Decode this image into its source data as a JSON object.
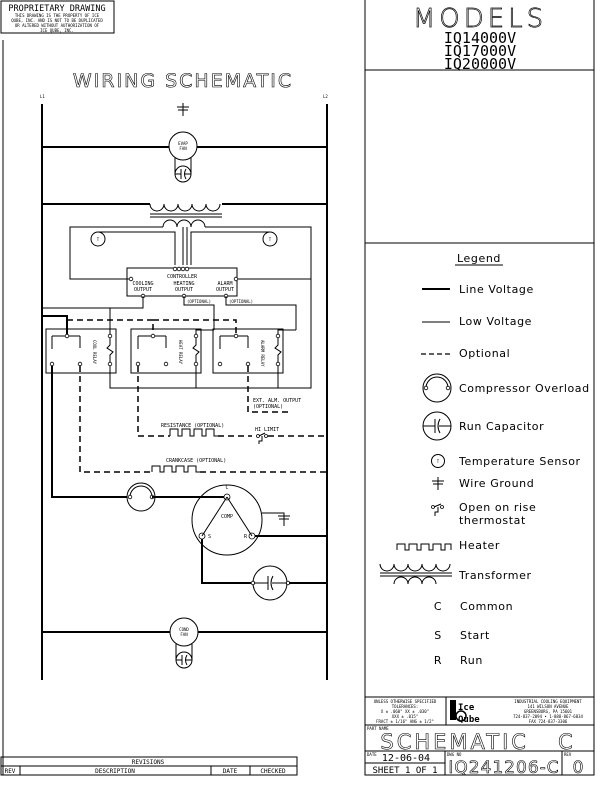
{
  "proprietary": {
    "title": "PROPRIETARY DRAWING",
    "lines": [
      "THIS DRAWING IS THE PROPERTY OF ICE",
      "QUBE, INC. AND IS NOT TO BE DUPLICATED",
      "OR ALTERED WITHOUT AUTHORIZATION OF",
      "ICE QUBE, INC."
    ]
  },
  "models": {
    "title": "MODELS",
    "items": [
      "IQ14000V",
      "IQ17000V",
      "IQ20000V"
    ]
  },
  "schematic": {
    "title": "WIRING SCHEMATIC",
    "l1": "L1",
    "l2": "L2",
    "evap_fan": [
      "EVAP",
      "FAN"
    ],
    "cond_fan": [
      "COND",
      "FAN"
    ],
    "temp_sensor": "T",
    "controller": {
      "label": "CONTROLLER",
      "cooling": [
        "COOLING",
        "OUTPUT"
      ],
      "heating": [
        "HEATING",
        "OUTPUT"
      ],
      "alarm": [
        "ALARM",
        "OUTPUT"
      ],
      "heating_optional": "(OPTIONAL)",
      "alarm_optional": "(OPTIONAL)"
    },
    "relays": {
      "cool": "COOL RELAY",
      "heat": "HEAT RELAY",
      "alarm": "ALARM RELAY"
    },
    "ext_alarm": [
      "EXT. ALM. OUTPUT",
      "(OPTIONAL)"
    ],
    "resistance": "RESISTANCE (OPTIONAL)",
    "hi_limit": "HI LIMIT",
    "crankcase": "CRANKCASE (OPTIONAL)",
    "compressor": {
      "label": "COMP",
      "common": "C",
      "start": "S",
      "run": "R"
    }
  },
  "legend": {
    "title": "Legend",
    "items": [
      {
        "symbol": "line-voltage",
        "label": "Line Voltage"
      },
      {
        "symbol": "low-voltage",
        "label": "Low Voltage"
      },
      {
        "symbol": "optional",
        "label": "Optional"
      },
      {
        "symbol": "compressor-overload",
        "label": "Compressor Overload"
      },
      {
        "symbol": "run-capacitor",
        "label": "Run Capacitor"
      },
      {
        "symbol": "temperature-sensor",
        "label": "Temperature Sensor"
      },
      {
        "symbol": "wire-ground",
        "label": "Wire Ground"
      },
      {
        "symbol": "thermostat",
        "label": "Open on rise",
        "label2": "thermostat"
      },
      {
        "symbol": "heater",
        "label": "Heater"
      },
      {
        "symbol": "transformer",
        "label": "Transformer"
      },
      {
        "symbol": "C",
        "label": "Common"
      },
      {
        "symbol": "S",
        "label": "Start"
      },
      {
        "symbol": "R",
        "label": "Run"
      }
    ],
    "sensor_glyph": "T"
  },
  "title_block": {
    "tolerances": [
      "UNLESS OTHERWISE SPECIFIED",
      "TOLERANCES:",
      "X ± .060\"    XX ± .030\"",
      "XXX ± .015\"",
      "FRACT ± 1/16\"    ANG ± 1/2°"
    ],
    "part_name_label": "PART NAME",
    "part_name": "SCHEMATIC   C",
    "company": [
      "INDUSTRIAL COOLING EQUIPMENT",
      "141 WILSON AVENUE",
      "GREENSBURG, PA  15601",
      "724-837-2094  •  1-888-867-6834",
      "FAX  724-837-3306"
    ],
    "logo_top": "Ice",
    "logo_bottom": "Qube",
    "date_label": "DATE",
    "date": "12-06-04",
    "sheet": "SHEET 1 OF 1",
    "dwg_label": "DWG NO",
    "dwg_no": "IQ241206-C",
    "rev_label": "REV",
    "rev": "0"
  },
  "revisions": {
    "title": "REVISIONS",
    "columns": [
      "REV",
      "DESCRIPTION",
      "DATE",
      "CHECKED"
    ]
  }
}
